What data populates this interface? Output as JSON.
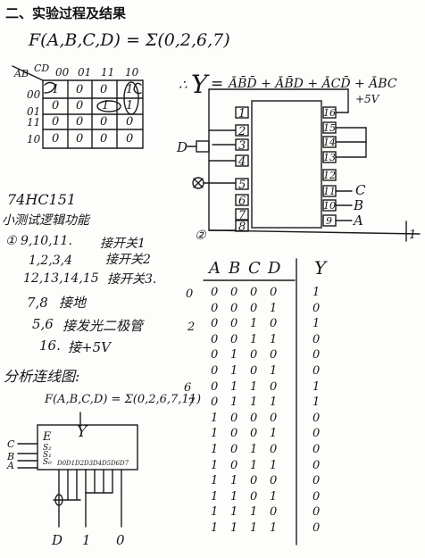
{
  "heading": "二、实验过程及结果",
  "kmap": {
    "formula": "F(A,B,C,D) = Σ(0,2,6,7)",
    "corner_row": "AB",
    "corner_col": "CD",
    "col_headers": [
      "00",
      "01",
      "11",
      "10"
    ],
    "row_headers": [
      "00",
      "01",
      "11",
      "10"
    ],
    "cells": [
      [
        "1",
        "0",
        "0",
        "1"
      ],
      [
        "0",
        "0",
        "1",
        "1"
      ],
      [
        "0",
        "0",
        "0",
        "0"
      ],
      [
        "0",
        "0",
        "0",
        "0"
      ]
    ]
  },
  "expression": {
    "prefix": "∴",
    "lhs": "Y",
    "eq": "=",
    "terms": [
      "ĀB̄D̄",
      "ĀB̄D",
      "ĀCD̄",
      "ĀBC"
    ],
    "terms_join": "ĀB̄D̄ + ĀB̄D + ĀCD̄ + ĀBC",
    "supply": "+5V"
  },
  "chip": {
    "left_pins": [
      "1",
      "2",
      "3",
      "4",
      "5",
      "6",
      "7",
      "8"
    ],
    "right_pins": [
      "16",
      "15",
      "14",
      "13",
      "12",
      "11",
      "10",
      "9"
    ],
    "input_label": "D",
    "output_labels": [
      "C",
      "B",
      "A"
    ],
    "mark_left": "D",
    "mark_bottom": "②",
    "mark_x": "⊗",
    "mark_one": "1"
  },
  "notes": {
    "chip_name": "74HC151",
    "subtitle": "小测试逻辑功能",
    "lines": [
      {
        "num": "① 9,10,11.",
        "text": "接开关1"
      },
      {
        "num": "1,2,3,4",
        "text": "接开关2"
      },
      {
        "num": "12,13,14,15",
        "text": "接开关3."
      },
      {
        "num": "7,8",
        "text": "接地"
      },
      {
        "num": "5,6",
        "text": "接发光二极管"
      },
      {
        "num": "16.",
        "text": "接+5V"
      }
    ],
    "analysis_title": "分析连线图:"
  },
  "truth_table": {
    "headers": [
      "A",
      "B",
      "C",
      "D",
      "Y"
    ],
    "side_marks": [
      "0",
      "2",
      "6",
      "7"
    ],
    "rows": [
      [
        "0",
        "0",
        "0",
        "0",
        "1"
      ],
      [
        "0",
        "0",
        "0",
        "1",
        "0"
      ],
      [
        "0",
        "0",
        "1",
        "0",
        "1"
      ],
      [
        "0",
        "0",
        "1",
        "1",
        "0"
      ],
      [
        "0",
        "1",
        "0",
        "0",
        "0"
      ],
      [
        "0",
        "1",
        "0",
        "1",
        "0"
      ],
      [
        "0",
        "1",
        "1",
        "0",
        "1"
      ],
      [
        "0",
        "1",
        "1",
        "1",
        "1"
      ],
      [
        "1",
        "0",
        "0",
        "0",
        "0"
      ],
      [
        "1",
        "0",
        "0",
        "1",
        "0"
      ],
      [
        "1",
        "0",
        "1",
        "0",
        "0"
      ],
      [
        "1",
        "0",
        "1",
        "1",
        "0"
      ],
      [
        "1",
        "1",
        "0",
        "0",
        "0"
      ],
      [
        "1",
        "1",
        "0",
        "1",
        "0"
      ],
      [
        "1",
        "1",
        "1",
        "0",
        "0"
      ],
      [
        "1",
        "1",
        "1",
        "1",
        "0"
      ]
    ]
  },
  "wiring": {
    "formula": "F(A,B,C,D) = Σ(0,2,6,7,11)",
    "output": "Y",
    "enable": "E",
    "sel2": "S₂",
    "sel1": "S₁",
    "sel0": "S₀",
    "in_c": "C",
    "in_b": "B",
    "in_a": "A",
    "data_inputs": [
      "D0",
      "D1",
      "D2",
      "D3",
      "D4",
      "D5",
      "D6",
      "D7"
    ],
    "bottom_labels": [
      "D",
      "1",
      "0"
    ]
  }
}
